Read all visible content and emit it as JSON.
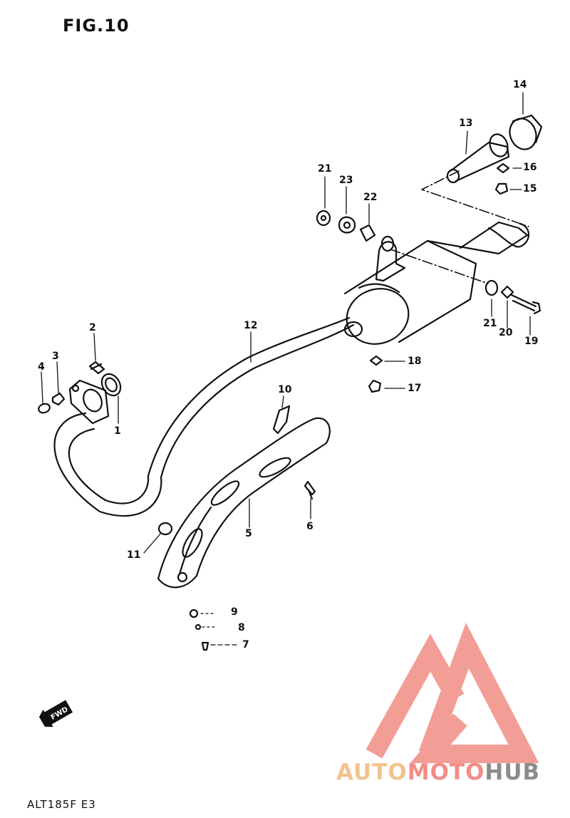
{
  "figure": {
    "title": "FIG.10",
    "model_code": "ALT185F  E3",
    "fwd_label": "FWD"
  },
  "parts": [
    {
      "ref": "1"
    },
    {
      "ref": "2"
    },
    {
      "ref": "3"
    },
    {
      "ref": "4"
    },
    {
      "ref": "5"
    },
    {
      "ref": "6"
    },
    {
      "ref": "7"
    },
    {
      "ref": "8"
    },
    {
      "ref": "9"
    },
    {
      "ref": "10"
    },
    {
      "ref": "11"
    },
    {
      "ref": "12"
    },
    {
      "ref": "13"
    },
    {
      "ref": "14"
    },
    {
      "ref": "15"
    },
    {
      "ref": "16"
    },
    {
      "ref": "17"
    },
    {
      "ref": "18"
    },
    {
      "ref": "19"
    },
    {
      "ref": "20"
    },
    {
      "ref": "21"
    },
    {
      "ref": "21"
    },
    {
      "ref": "22"
    },
    {
      "ref": "23"
    }
  ],
  "watermark": {
    "part1": "AUTO",
    "part2": "MOTO",
    "part3": "HUB",
    "colors": {
      "part1": "#f2c38e",
      "part2": "#f28c86",
      "part3": "#8c8c8c",
      "logo": "#f28c86"
    }
  }
}
